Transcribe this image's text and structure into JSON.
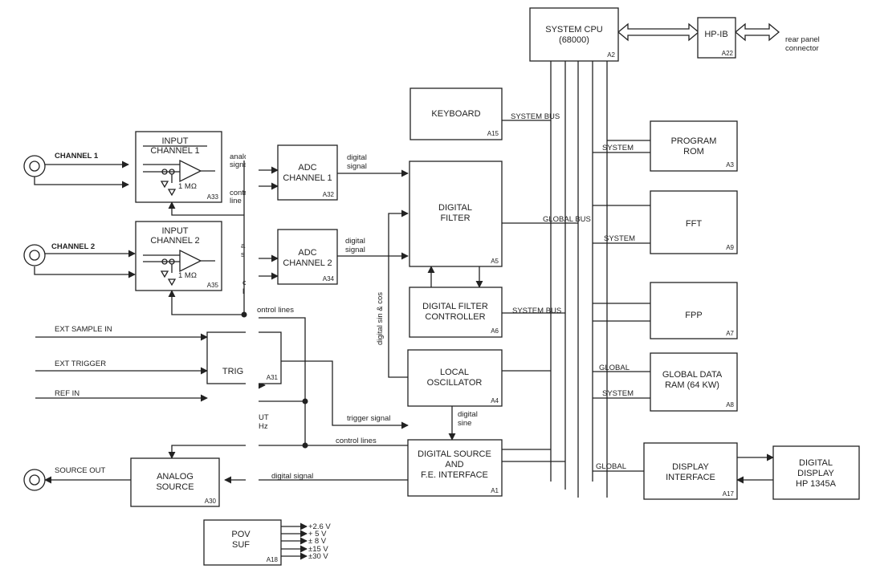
{
  "blocks": {
    "cpu": {
      "l1": "SYSTEM CPU",
      "l2": "(68000)",
      "id": "A2"
    },
    "hpib": {
      "l1": "HP-IB",
      "id": "A22"
    },
    "keyboard": {
      "l1": "KEYBOARD",
      "id": "A15"
    },
    "prom": {
      "l1": "PROGRAM",
      "l2": "ROM",
      "id": "A3"
    },
    "fft": {
      "l1": "FFT",
      "id": "A9"
    },
    "fpp": {
      "l1": "FPP",
      "id": "A7"
    },
    "gram": {
      "l1": "GLOBAL DATA",
      "l2": "RAM (64 KW)",
      "id": "A8"
    },
    "dispif": {
      "l1": "DISPLAY",
      "l2": "INTERFACE",
      "id": "A17"
    },
    "display": {
      "l1": "DIGITAL",
      "l2": "DISPLAY",
      "l3": "HP 1345A"
    },
    "dfilter": {
      "l1": "DIGITAL",
      "l2": "FILTER",
      "id": "A5"
    },
    "dfc": {
      "l1": "DIGITAL FILTER",
      "l2": "CONTROLLER",
      "id": "A6"
    },
    "lo": {
      "l1": "LOCAL",
      "l2": "OSCILLATOR",
      "id": "A4"
    },
    "dsrc": {
      "l1": "DIGITAL SOURCE",
      "l2": "AND",
      "l3": "F.E. INTERFACE",
      "id": "A1"
    },
    "adc1": {
      "l1": "ADC",
      "l2": "CHANNEL 1",
      "id": "A32"
    },
    "adc2": {
      "l1": "ADC",
      "l2": "CHANNEL 2",
      "id": "A34"
    },
    "in1": {
      "l1": "INPUT",
      "l2": "CHANNEL 1",
      "id": "A33",
      "r": "1 MΩ"
    },
    "in2": {
      "l1": "INPUT",
      "l2": "CHANNEL 2",
      "id": "A35",
      "r": "1 MΩ"
    },
    "trig": {
      "l1": "TRIG",
      "id": "A31"
    },
    "asrc": {
      "l1": "ANALOG",
      "l2": "SOURCE",
      "id": "A30"
    },
    "power": {
      "l1": "POV",
      "l2": "SUF",
      "id": "A18"
    }
  },
  "labels": {
    "rear_panel_1": "rear panel",
    "rear_panel_2": "connector",
    "channel1": "CHANNEL 1",
    "channel2": "CHANNEL 2",
    "analog_sig_1a": "analo",
    "analog_sig_1b": "signal",
    "control_1a": "contr",
    "control_1b": "line",
    "analog_sig_2a": "a",
    "analog_sig_2b": "s",
    "control_2a": "c",
    "control_2b": "l",
    "digital_signal_1a": "digital",
    "digital_signal_1b": "signal",
    "digital_signal_2a": "digital",
    "digital_signal_2b": "signal",
    "system_bus_kb": "SYSTEM BUS",
    "system_prom": "SYSTEM",
    "global_bus": "GLOBAL BUS",
    "system_fft": "SYSTEM",
    "system_bus_dfc": "SYSTEM BUS",
    "global_gram": "GLOBAL",
    "system_gram": "SYSTEM",
    "global_disp": "GLOBAL",
    "digital_sin_cos": "digital sin & cos",
    "control_lines_top": "ontrol lines",
    "ext_sample_in": "EXT SAMPLE IN",
    "ext_trigger": "EXT TRIGGER",
    "ref_in": "REF IN",
    "out_frag_1": "UT",
    "out_frag_2": "Hz",
    "trigger_signal": "trigger signal",
    "digital_sine_a": "digital",
    "digital_sine_b": "sine",
    "control_lines_bottom": "control lines",
    "digital_signal_src": "digital signal",
    "source_out": "SOURCE OUT",
    "v1": "+2.6 V",
    "v2": "+ 5 V",
    "v3": "± 8 V",
    "v4": "±15 V",
    "v5": "±30 V"
  }
}
